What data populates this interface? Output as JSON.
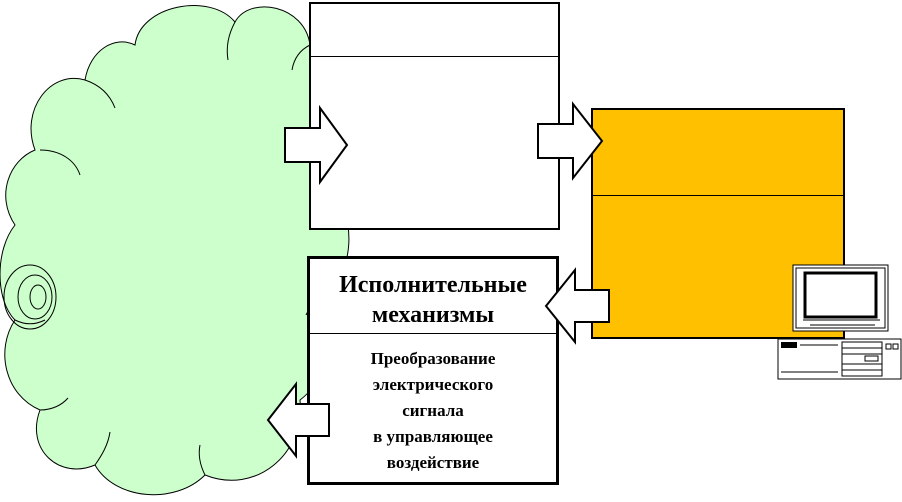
{
  "diagram": {
    "actuators_box": {
      "title_line1": "Исполнительные",
      "title_line2": "механизмы",
      "desc_lines": [
        "Преобразование",
        "электрического",
        "сигнала",
        "в управляющее",
        "воздействие"
      ]
    },
    "colors": {
      "cloud_fill": "#ccffcc",
      "controller_fill": "#ffc000",
      "stroke": "#000000"
    }
  }
}
